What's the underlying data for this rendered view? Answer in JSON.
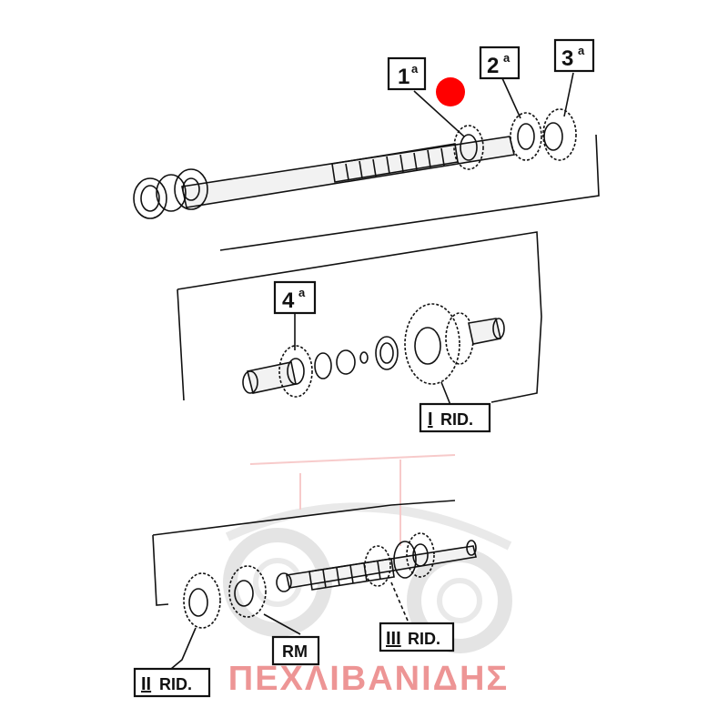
{
  "callouts": {
    "c1": {
      "num": "1",
      "sup": "a"
    },
    "c2": {
      "num": "2",
      "sup": "a"
    },
    "c3": {
      "num": "3",
      "sup": "a"
    },
    "c4": {
      "num": "4",
      "sup": "a"
    },
    "rid1": {
      "num": "I",
      "suffix": "RID."
    },
    "rid2": {
      "num": "II",
      "suffix": "RID."
    },
    "rid3": {
      "num": "III",
      "suffix": "RID."
    },
    "rm": {
      "text": "RM"
    }
  },
  "marker": {
    "color": "#ff0000"
  },
  "watermark": {
    "text": "ΠΕΧΛΙΒΑΝΙΔΗΣ",
    "color": "#e04040"
  },
  "colors": {
    "ink": "#111111",
    "watermark_gear": "#d8d8d8"
  }
}
